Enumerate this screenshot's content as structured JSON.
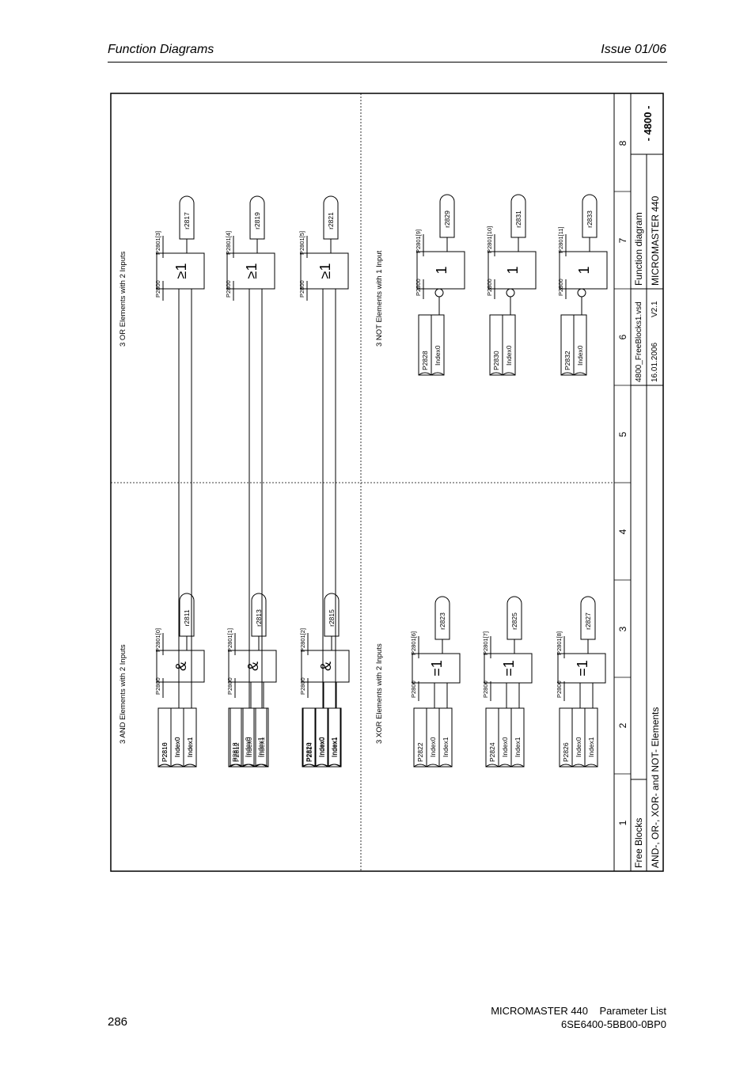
{
  "header": {
    "left": "Function Diagrams",
    "right": "Issue 01/06"
  },
  "footer": {
    "page_number": "286",
    "product_line": "MICROMASTER 440    Parameter List",
    "order_number": "6SE6400-5BB00-0BP0"
  },
  "title_block": {
    "column_numbers": [
      "1",
      "2",
      "3",
      "4",
      "5",
      "6",
      "7",
      "8"
    ],
    "group": "Free Blocks",
    "subtitle": "AND-, OR-, XOR- and NOT- Elements",
    "file": "4800_FreeBlocks1.vsd",
    "date": "16.01.2006",
    "version": "V2.1",
    "diagram_type": "Function diagram",
    "product": "MICROMASTER 440",
    "sheet": "- 4800 -"
  },
  "sections": {
    "and": {
      "title": "3 AND Elements with 2 Inputs",
      "symbol": "&",
      "blocks": [
        {
          "param": "P2810",
          "enable": "P2800",
          "sub_enable": "P2801[0]",
          "output": "r2811",
          "inputs": [
            "Index0",
            "Index1"
          ]
        },
        {
          "param": "P2812",
          "enable": "P2800",
          "sub_enable": "P2801[1]",
          "output": "r2813",
          "inputs": [
            "Index0",
            "Index1"
          ]
        },
        {
          "param": "P2814",
          "enable": "P2800",
          "sub_enable": "P2801[2]",
          "output": "r2815",
          "inputs": [
            "Index0",
            "Index1"
          ]
        }
      ]
    },
    "or": {
      "title": "3 OR Elements with 2 Inputs",
      "symbol": "≥1",
      "blocks": [
        {
          "param": "P2816",
          "enable": "P2800",
          "sub_enable": "P2801[3]",
          "output": "r2817",
          "inputs": [
            "Index0",
            "Index1"
          ]
        },
        {
          "param": "P2818",
          "enable": "P2800",
          "sub_enable": "P2801[4]",
          "output": "r2819",
          "inputs": [
            "Index0",
            "Index1"
          ]
        },
        {
          "param": "P2820",
          "enable": "P2800",
          "sub_enable": "P2801[5]",
          "output": "r2821",
          "inputs": [
            "Index0",
            "Index1"
          ]
        }
      ]
    },
    "xor": {
      "title": "3 XOR Elements with 2 Inputs",
      "symbol": "=1",
      "blocks": [
        {
          "param": "P2822",
          "enable": "P2800",
          "sub_enable": "P2801[6]",
          "output": "r2823",
          "inputs": [
            "Index0",
            "Index1"
          ]
        },
        {
          "param": "P2824",
          "enable": "P2800",
          "sub_enable": "P2801[7]",
          "output": "r2825",
          "inputs": [
            "Index0",
            "Index1"
          ]
        },
        {
          "param": "P2826",
          "enable": "P2800",
          "sub_enable": "P2801[8]",
          "output": "r2827",
          "inputs": [
            "Index0",
            "Index1"
          ]
        }
      ]
    },
    "not": {
      "title": "3 NOT Elements with 1 Input",
      "symbol": "1",
      "blocks": [
        {
          "param": "P2828",
          "enable": "P2800",
          "sub_enable": "P2801[9]",
          "output": "r2829",
          "inputs": [
            "Index0"
          ]
        },
        {
          "param": "P2830",
          "enable": "P2800",
          "sub_enable": "P2801[10]",
          "output": "r2831",
          "inputs": [
            "Index0"
          ]
        },
        {
          "param": "P2832",
          "enable": "P2800",
          "sub_enable": "P2801[11]",
          "output": "r2833",
          "inputs": [
            "Index0"
          ]
        }
      ]
    }
  }
}
